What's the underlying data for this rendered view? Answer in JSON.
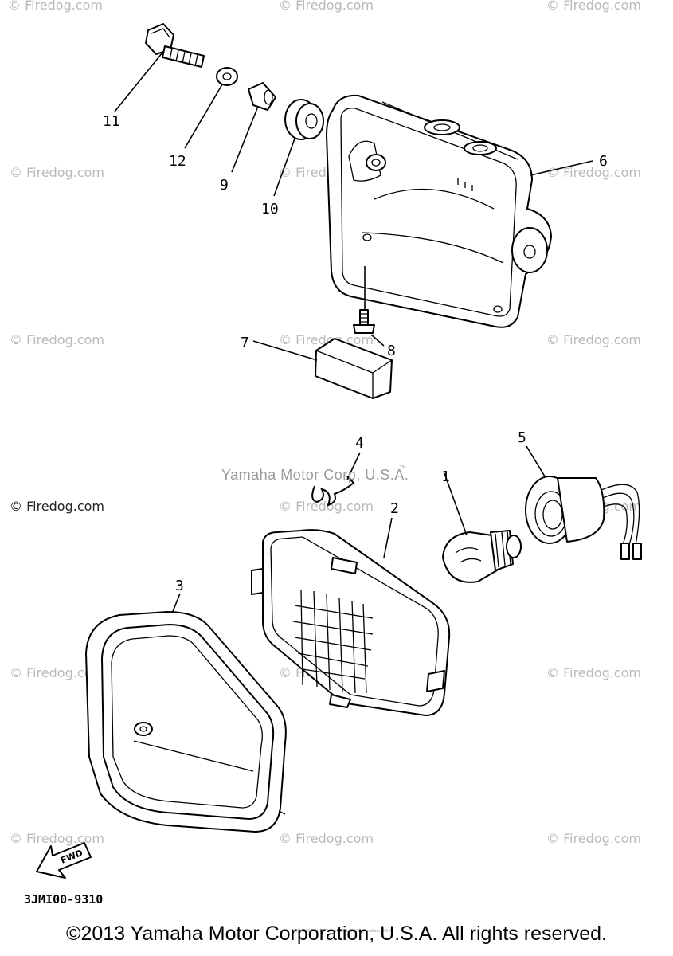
{
  "watermarks": [
    "© Firedog.com",
    "© Firedog.com",
    "© Firedog.com",
    "© Firedog.com",
    "© Firedog.com",
    "© Firedog.com",
    "© Firedog.com",
    "© Firedog.com",
    "© Firedog.com",
    "© Firedog.com",
    "© Firedog.com",
    "© Firedog.com",
    "© Firedog.com",
    "© Firedog.com",
    "© Firedog.com",
    "© Firedog.com",
    "© Firedog.com",
    "© Firedog.com"
  ],
  "callouts": {
    "p1": "1",
    "p2": "2",
    "p3": "3",
    "p4": "4",
    "p5": "5",
    "p6": "6",
    "p7": "7",
    "p8": "8",
    "p9": "9",
    "p10": "10",
    "p11": "11",
    "p12": "12"
  },
  "stamp": "Yamaha Motor Corp, U.S.A.",
  "stamp_tm": "TM",
  "fwd_label": "FWD",
  "diagram_code": "3JMI00-9310",
  "copyright_small": "(c) 2003-2013 Yamaha Motor Corporation, U.S.A.",
  "copyright": "©2013 Yamaha Motor Corporation, U.S.A. All rights reserved."
}
